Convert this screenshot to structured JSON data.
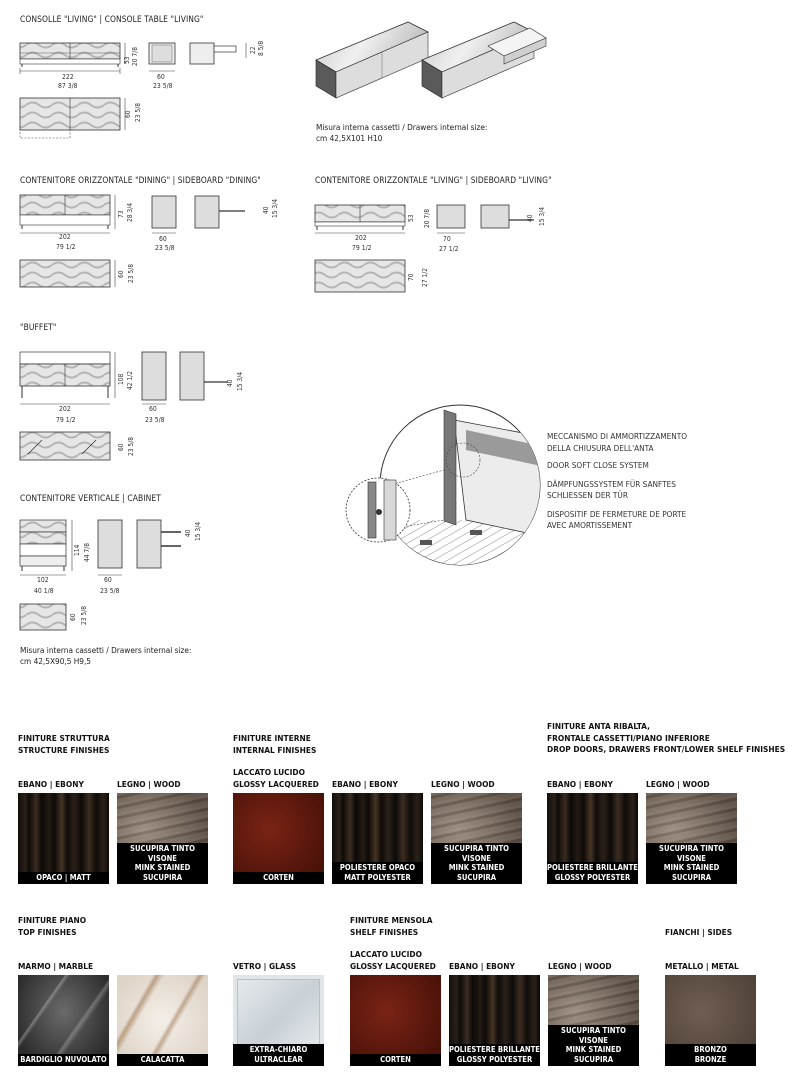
{
  "sections": {
    "consolle": {
      "title": "CONSOLLE \"LIVING\" | CONSOLE TABLE \"LIVING\"",
      "width_cm": "222",
      "width_in": "87 3/8",
      "height_cm": "53",
      "height_in": "20 7/8",
      "depth_cm": "60",
      "depth_in": "23 5/8",
      "plan_depth_cm": "60",
      "plan_depth_in": "23 5/8",
      "drawer_cm": "22",
      "drawer_in": "8 5/8",
      "note_line1": "Misura interna cassetti / Drawers internal size:",
      "note_line2": "cm 42,5X101 H10"
    },
    "dining": {
      "title": "CONTENITORE ORIZZONTALE \"DINING\" | SIDEBOARD \"DINING\"",
      "width_cm": "202",
      "width_in": "79 1/2",
      "height_cm": "73",
      "height_in": "28 3/4",
      "depth_cm": "60",
      "depth_in": "23 5/8",
      "plan_depth_cm": "60",
      "plan_depth_in": "23 5/8",
      "door_cm": "40",
      "door_in": "15 3/4"
    },
    "living": {
      "title": "CONTENITORE ORIZZONTALE \"LIVING\" | SIDEBOARD \"LIVING\"",
      "width_cm": "202",
      "width_in": "79 1/2",
      "height_cm": "53",
      "height_in": "20 7/8",
      "depth_cm": "70",
      "depth_in": "27 1/2",
      "plan_depth_cm": "70",
      "plan_depth_in": "27 1/2",
      "door_cm": "40",
      "door_in": "15 3/4"
    },
    "buffet": {
      "title": "\"BUFFET\"",
      "width_cm": "202",
      "width_in": "79 1/2",
      "height_cm": "108",
      "height_in": "42 1/2",
      "depth_cm": "60",
      "depth_in": "23 5/8",
      "plan_depth_cm": "60",
      "plan_depth_in": "23 5/8",
      "door_cm": "40",
      "door_in": "15 3/4"
    },
    "cabinet": {
      "title": "CONTENITORE VERTICALE | CABINET",
      "width_cm": "102",
      "width_in": "40 1/8",
      "height_cm": "114",
      "height_in": "44 7/8",
      "depth_cm": "60",
      "depth_in": "23 5/8",
      "plan_depth_cm": "60",
      "plan_depth_in": "23 5/8",
      "door_cm": "40",
      "door_in": "15 3/4",
      "note_line1": "Misura interna cassetti / Drawers internal size:",
      "note_line2": "cm 42,5X90,5 H9,5"
    }
  },
  "mechanism": {
    "it_line1": "MECCANISMO DI AMMORTIZZAMENTO",
    "it_line2": "DELLA CHIUSURA DELL'ANTA",
    "en": "DOOR SOFT CLOSE SYSTEM",
    "de_line1": "DÄMPFUNGSSYSTEM FÜR SANFTES",
    "de_line2": "SCHLIESSEN DER TÜR",
    "fr_line1": "DISPOSITIF DE FERMETURE DE PORTE",
    "fr_line2": "AVEC AMORTISSEMENT"
  },
  "finishes": {
    "structure": {
      "heading1": "FINITURE STRUTTURA",
      "heading2": "STRUCTURE FINISHES",
      "items": [
        {
          "label": "EBANO | EBONY",
          "cap1": "OPACO | MATT",
          "cap2": ""
        },
        {
          "label": "LEGNO | WOOD",
          "cap1": "SUCUPIRA TINTO VISONE",
          "cap2": "MINK STAINED SUCUPIRA"
        }
      ]
    },
    "internal": {
      "heading1": "FINITURE INTERNE",
      "heading2": "INTERNAL FINISHES",
      "items": [
        {
          "label1": "LACCATO LUCIDO",
          "label2": "GLOSSY LACQUERED",
          "cap1": "CORTEN",
          "cap2": ""
        },
        {
          "label1": "EBANO | EBONY",
          "label2": "",
          "cap1": "POLIESTERE OPACO",
          "cap2": "MATT POLYESTER"
        },
        {
          "label1": "LEGNO | WOOD",
          "label2": "",
          "cap1": "SUCUPIRA TINTO VISONE",
          "cap2": "MINK STAINED SUCUPIRA"
        }
      ]
    },
    "drop_doors": {
      "heading1": "FINITURE ANTA RIBALTA,",
      "heading2": "FRONTALE CASSETTI/PIANO INFERIORE",
      "heading3": "DROP DOORS, DRAWERS FRONT/LOWER SHELF FINISHES",
      "items": [
        {
          "label": "EBANO | EBONY",
          "cap1": "POLIESTERE BRILLANTE",
          "cap2": "GLOSSY POLYESTER"
        },
        {
          "label": "LEGNO | WOOD",
          "cap1": "SUCUPIRA TINTO VISONE",
          "cap2": "MINK STAINED SUCUPIRA"
        }
      ]
    },
    "top": {
      "heading1": "FINITURE PIANO",
      "heading2": "TOP FINISHES",
      "items": [
        {
          "label": "MARMO | MARBLE",
          "cap1": "BARDIGLIO NUVOLATO",
          "cap2": ""
        },
        {
          "label": "",
          "cap1": "CALACATTA",
          "cap2": ""
        },
        {
          "label": "VETRO | GLASS",
          "cap1": "EXTRA-CHIARO",
          "cap2": "ULTRACLEAR"
        }
      ]
    },
    "shelf": {
      "heading1": "FINITURE MENSOLA",
      "heading2": "SHELF FINISHES",
      "items": [
        {
          "label1": "LACCATO LUCIDO",
          "label2": "GLOSSY LACQUERED",
          "cap1": "CORTEN",
          "cap2": ""
        },
        {
          "label1": "EBANO | EBONY",
          "label2": "",
          "cap1": "POLIESTERE BRILLANTE",
          "cap2": "GLOSSY POLYESTER"
        },
        {
          "label1": "LEGNO | WOOD",
          "label2": "",
          "cap1": "SUCUPIRA TINTO VISONE",
          "cap2": "MINK STAINED SUCUPIRA"
        }
      ]
    },
    "sides": {
      "heading": "FIANCHI | SIDES",
      "items": [
        {
          "label": "METALLO | METAL",
          "cap1": "BRONZO",
          "cap2": "BRONZE"
        }
      ]
    }
  }
}
